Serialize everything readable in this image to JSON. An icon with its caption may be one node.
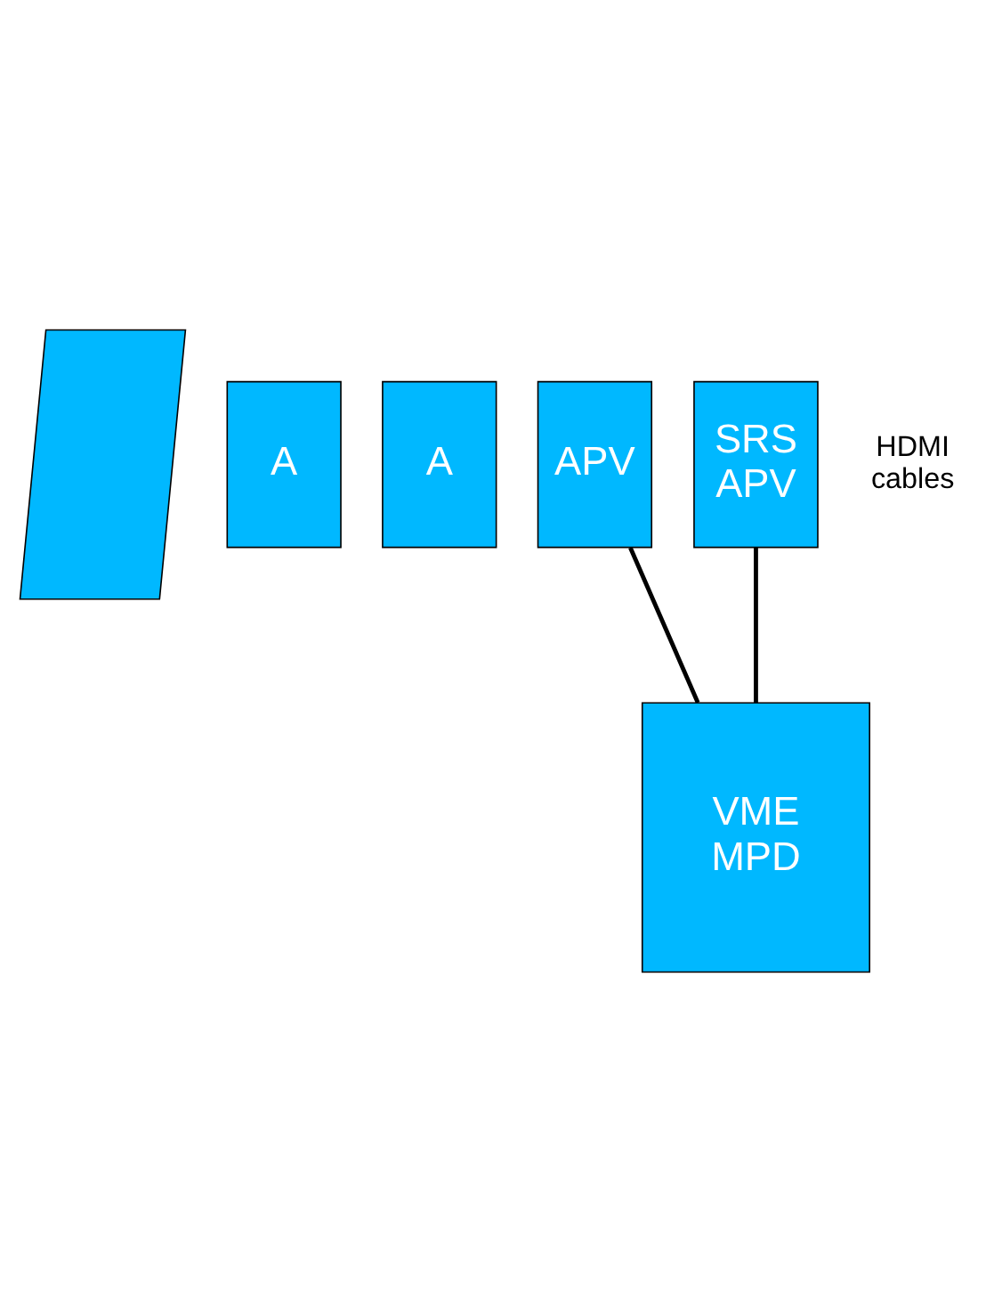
{
  "diagram": {
    "nodes": [
      {
        "text": [],
        "shape": "parallelogram"
      },
      {
        "text": [
          "A"
        ]
      },
      {
        "text": [
          "A"
        ]
      },
      {
        "text": [
          "APV"
        ]
      },
      {
        "text": [
          "SRS APV"
        ]
      },
      {
        "text": [
          "VME MPD"
        ]
      }
    ],
    "edges": [
      {
        "from": 3,
        "to": 5,
        "arrow": "none"
      },
      {
        "from": 4,
        "to": 5,
        "arrow": "none"
      }
    ],
    "labels": [
      "HDMI cables"
    ]
  }
}
